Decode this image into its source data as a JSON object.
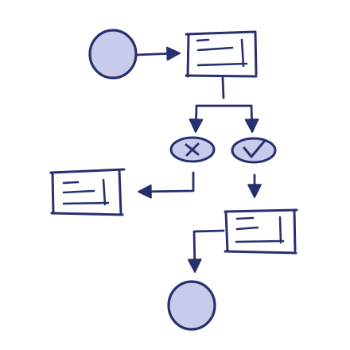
{
  "diagram": {
    "kind": "flowchart",
    "colors": {
      "stroke": "#26306e",
      "node_fill": "#c8ccea",
      "background": "#ffffff"
    },
    "nodes": [
      {
        "id": "start",
        "shape": "circle",
        "role": "start-event"
      },
      {
        "id": "task-1",
        "shape": "document-box",
        "role": "task"
      },
      {
        "id": "reject",
        "shape": "x-ellipse",
        "role": "reject-decision"
      },
      {
        "id": "approve",
        "shape": "check-ellipse",
        "role": "approve-decision"
      },
      {
        "id": "task-reject",
        "shape": "document-box",
        "role": "task"
      },
      {
        "id": "task-approve",
        "shape": "document-box",
        "role": "task"
      },
      {
        "id": "end",
        "shape": "circle",
        "role": "end-event"
      }
    ],
    "edges": [
      {
        "from": "start",
        "to": "task-1",
        "arrow": true
      },
      {
        "from": "task-1",
        "to": "reject",
        "arrow": true
      },
      {
        "from": "task-1",
        "to": "approve",
        "arrow": true
      },
      {
        "from": "reject",
        "to": "task-reject",
        "arrow": true
      },
      {
        "from": "approve",
        "to": "task-approve",
        "arrow": true
      },
      {
        "from": "task-approve",
        "to": "end",
        "arrow": true
      }
    ]
  }
}
